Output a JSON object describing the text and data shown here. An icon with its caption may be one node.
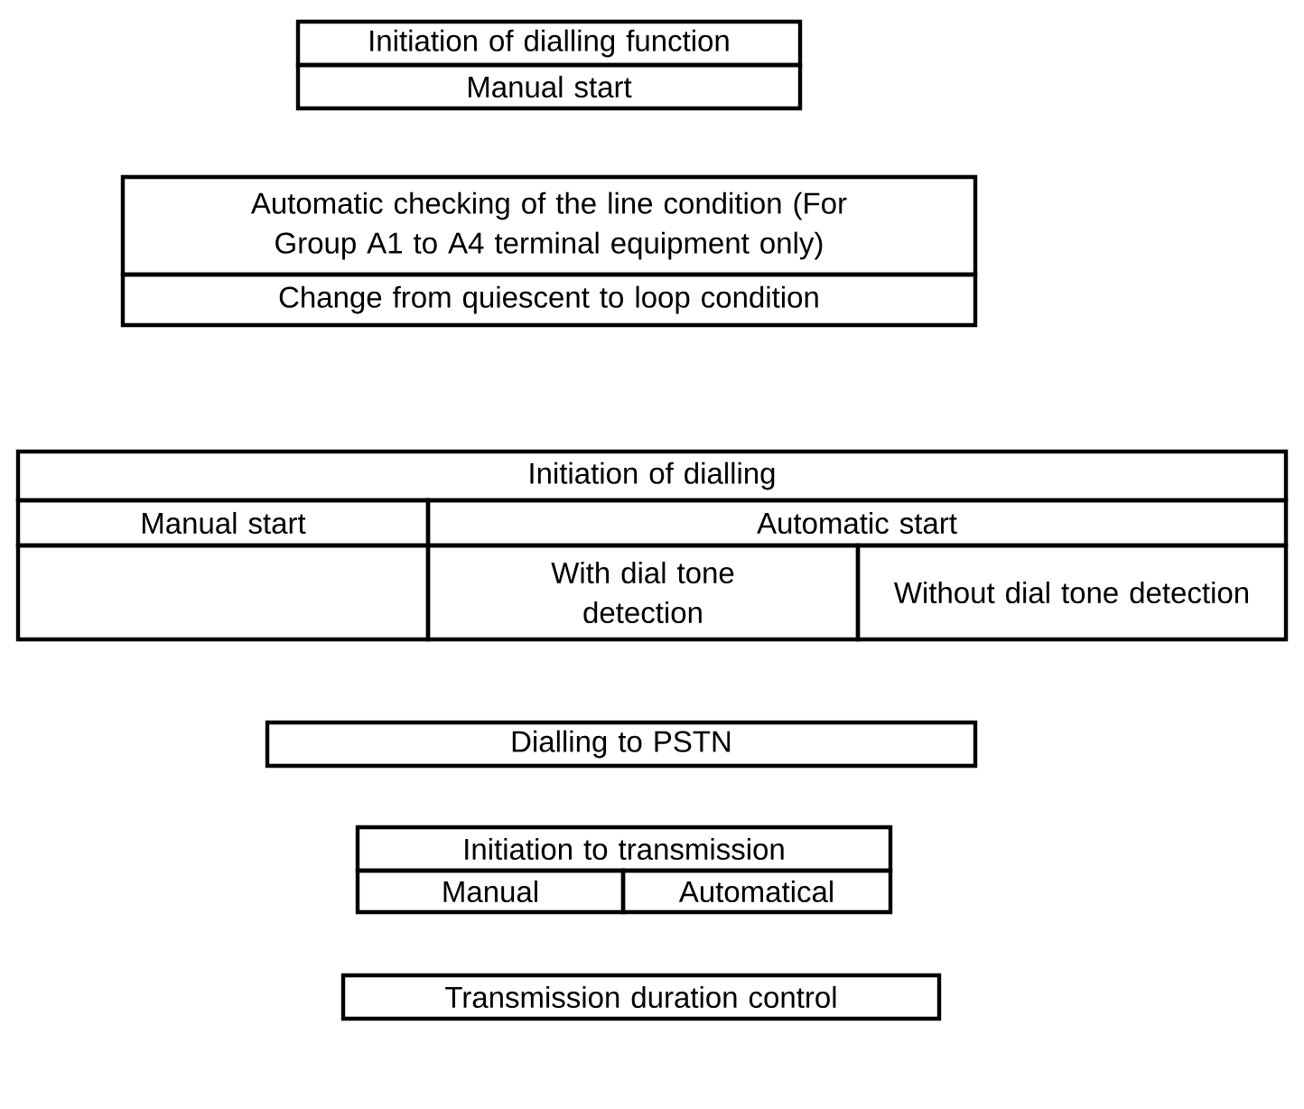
{
  "diagram": {
    "nodes": [
      {
        "text": [
          "Initiation of dialling function"
        ]
      },
      {
        "text": [
          "Manual start"
        ]
      },
      {
        "text": [
          "Automatic checking of the line condition (For Group A1 to A4 terminal equipment only)"
        ]
      },
      {
        "text": [
          "Change from quiescent to loop condition"
        ]
      },
      {
        "text": [
          "Initiation of dialling"
        ]
      },
      {
        "text": [
          "Manual start"
        ]
      },
      {
        "text": [
          "Automatic start"
        ]
      },
      {
        "text": [],
        "shape": "box"
      },
      {
        "text": [
          "With dial tone detection"
        ]
      },
      {
        "text": [
          "Without dial tone detection"
        ]
      },
      {
        "text": [
          "Dialling to PSTN"
        ]
      },
      {
        "text": [
          "Initiation to transmission"
        ]
      },
      {
        "text": [
          "Manual"
        ]
      },
      {
        "text": [
          "Automatical"
        ]
      },
      {
        "text": [
          "Transmission duration control"
        ]
      }
    ]
  }
}
